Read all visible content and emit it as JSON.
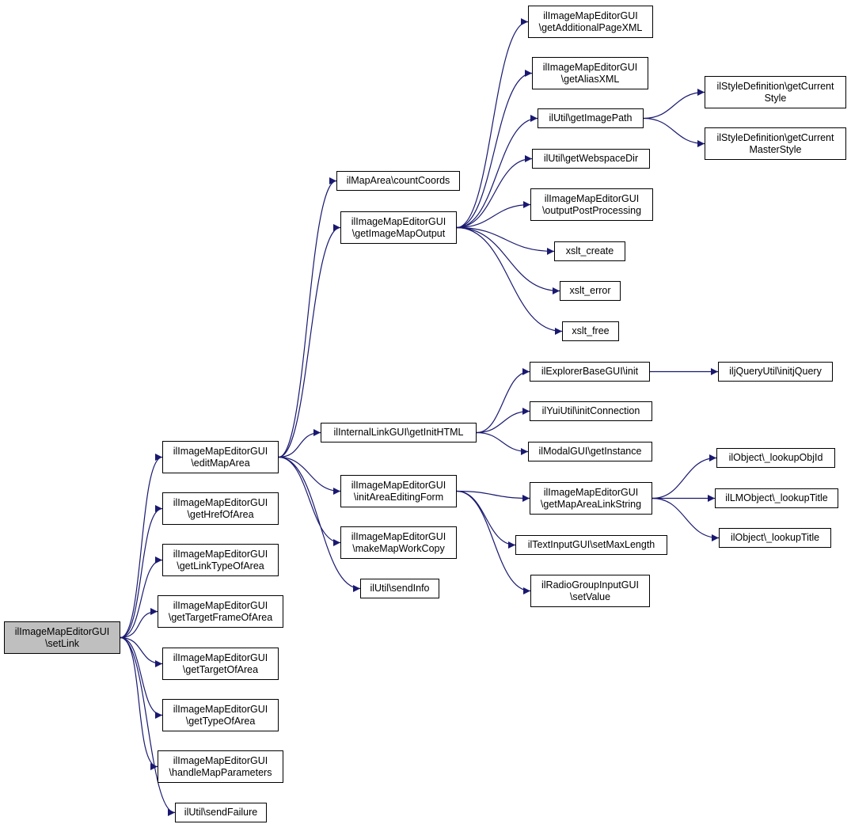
{
  "colors": {
    "edge": "#191970",
    "node_border": "#000000",
    "root_fill": "#bfbfbf"
  },
  "nodes": {
    "setLink": [
      "ilImageMapEditorGUI",
      "\\setLink"
    ],
    "editMapArea": [
      "ilImageMapEditorGUI",
      "\\editMapArea"
    ],
    "getHrefOfArea": [
      "ilImageMapEditorGUI",
      "\\getHrefOfArea"
    ],
    "getLinkTypeOfArea": [
      "ilImageMapEditorGUI",
      "\\getLinkTypeOfArea"
    ],
    "getTargetFrameOfArea": [
      "ilImageMapEditorGUI",
      "\\getTargetFrameOfArea"
    ],
    "getTargetOfArea": [
      "ilImageMapEditorGUI",
      "\\getTargetOfArea"
    ],
    "getTypeOfArea": [
      "ilImageMapEditorGUI",
      "\\getTypeOfArea"
    ],
    "handleMapParameters": [
      "ilImageMapEditorGUI",
      "\\handleMapParameters"
    ],
    "sendFailure": [
      "ilUtil\\sendFailure"
    ],
    "countCoords": [
      "ilMapArea\\countCoords"
    ],
    "getImageMapOutput": [
      "ilImageMapEditorGUI",
      "\\getImageMapOutput"
    ],
    "getInitHTML": [
      "ilInternalLinkGUI\\getInitHTML"
    ],
    "initAreaEditingForm": [
      "ilImageMapEditorGUI",
      "\\initAreaEditingForm"
    ],
    "makeMapWorkCopy": [
      "ilImageMapEditorGUI",
      "\\makeMapWorkCopy"
    ],
    "sendInfo": [
      "ilUtil\\sendInfo"
    ],
    "getAdditionalPageXML": [
      "ilImageMapEditorGUI",
      "\\getAdditionalPageXML"
    ],
    "getAliasXML": [
      "ilImageMapEditorGUI",
      "\\getAliasXML"
    ],
    "getImagePath": [
      "ilUtil\\getImagePath"
    ],
    "getWebspaceDir": [
      "ilUtil\\getWebspaceDir"
    ],
    "outputPostProcessing": [
      "ilImageMapEditorGUI",
      "\\outputPostProcessing"
    ],
    "xslt_create": [
      "xslt_create"
    ],
    "xslt_error": [
      "xslt_error"
    ],
    "xslt_free": [
      "xslt_free"
    ],
    "getCurrentStyle": [
      "ilStyleDefinition\\getCurrent",
      "Style"
    ],
    "getCurrentMasterStyle": [
      "ilStyleDefinition\\getCurrent",
      "MasterStyle"
    ],
    "explorerInit": [
      "ilExplorerBaseGUI\\init"
    ],
    "initConnection": [
      "ilYuiUtil\\initConnection"
    ],
    "getInstance": [
      "ilModalGUI\\getInstance"
    ],
    "initjQuery": [
      "iljQueryUtil\\initjQuery"
    ],
    "getMapAreaLinkString": [
      "ilImageMapEditorGUI",
      "\\getMapAreaLinkString"
    ],
    "setMaxLength": [
      "ilTextInputGUI\\setMaxLength"
    ],
    "setValue": [
      "ilRadioGroupInputGUI",
      "\\setValue"
    ],
    "lookupObjId": [
      "ilObject\\_lookupObjId"
    ],
    "lmLookupTitle": [
      "ilLMObject\\_lookupTitle"
    ],
    "lookupTitle": [
      "ilObject\\_lookupTitle"
    ]
  },
  "edges": [
    [
      "setLink",
      "editMapArea"
    ],
    [
      "setLink",
      "getHrefOfArea"
    ],
    [
      "setLink",
      "getLinkTypeOfArea"
    ],
    [
      "setLink",
      "getTargetFrameOfArea"
    ],
    [
      "setLink",
      "getTargetOfArea"
    ],
    [
      "setLink",
      "getTypeOfArea"
    ],
    [
      "setLink",
      "handleMapParameters"
    ],
    [
      "setLink",
      "sendFailure"
    ],
    [
      "editMapArea",
      "countCoords"
    ],
    [
      "editMapArea",
      "getImageMapOutput"
    ],
    [
      "editMapArea",
      "getInitHTML"
    ],
    [
      "editMapArea",
      "initAreaEditingForm"
    ],
    [
      "editMapArea",
      "makeMapWorkCopy"
    ],
    [
      "editMapArea",
      "sendInfo"
    ],
    [
      "getImageMapOutput",
      "getAdditionalPageXML"
    ],
    [
      "getImageMapOutput",
      "getAliasXML"
    ],
    [
      "getImageMapOutput",
      "getImagePath"
    ],
    [
      "getImageMapOutput",
      "getWebspaceDir"
    ],
    [
      "getImageMapOutput",
      "outputPostProcessing"
    ],
    [
      "getImageMapOutput",
      "xslt_create"
    ],
    [
      "getImageMapOutput",
      "xslt_error"
    ],
    [
      "getImageMapOutput",
      "xslt_free"
    ],
    [
      "getImagePath",
      "getCurrentStyle"
    ],
    [
      "getImagePath",
      "getCurrentMasterStyle"
    ],
    [
      "getInitHTML",
      "explorerInit"
    ],
    [
      "getInitHTML",
      "initConnection"
    ],
    [
      "getInitHTML",
      "getInstance"
    ],
    [
      "explorerInit",
      "initjQuery"
    ],
    [
      "initAreaEditingForm",
      "getMapAreaLinkString"
    ],
    [
      "initAreaEditingForm",
      "setMaxLength"
    ],
    [
      "initAreaEditingForm",
      "setValue"
    ],
    [
      "getMapAreaLinkString",
      "lookupObjId"
    ],
    [
      "getMapAreaLinkString",
      "lmLookupTitle"
    ],
    [
      "getMapAreaLinkString",
      "lookupTitle"
    ]
  ]
}
